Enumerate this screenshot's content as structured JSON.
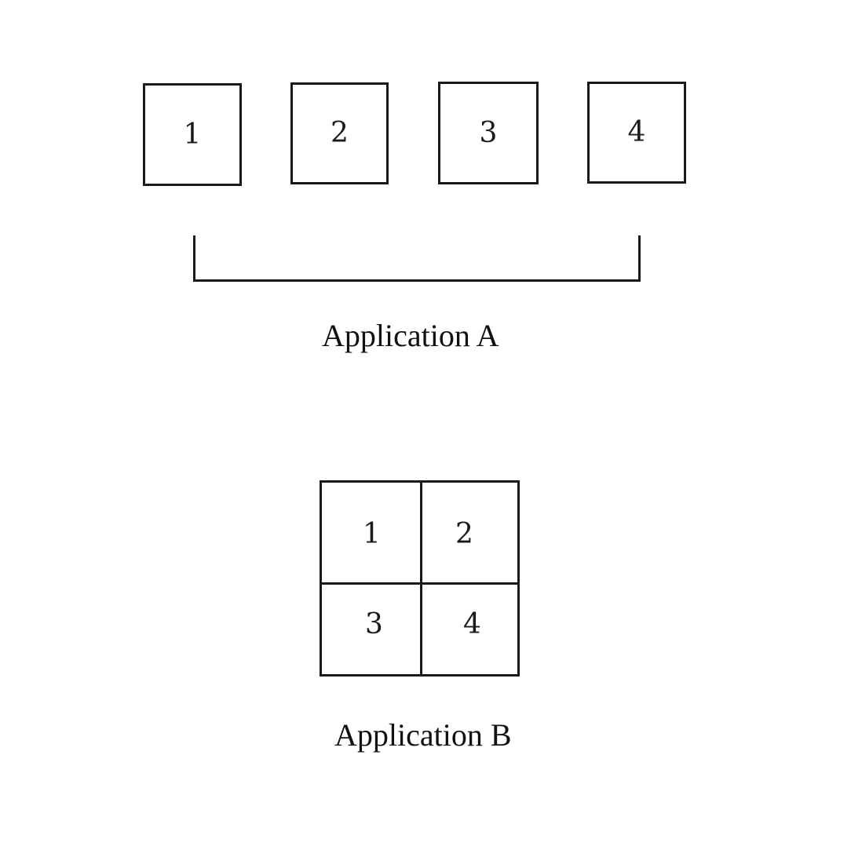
{
  "application_a": {
    "caption": "Application A",
    "boxes": [
      "1",
      "2",
      "3",
      "4"
    ]
  },
  "application_b": {
    "caption": "Application B",
    "cells": [
      "1",
      "2",
      "3",
      "4"
    ]
  }
}
